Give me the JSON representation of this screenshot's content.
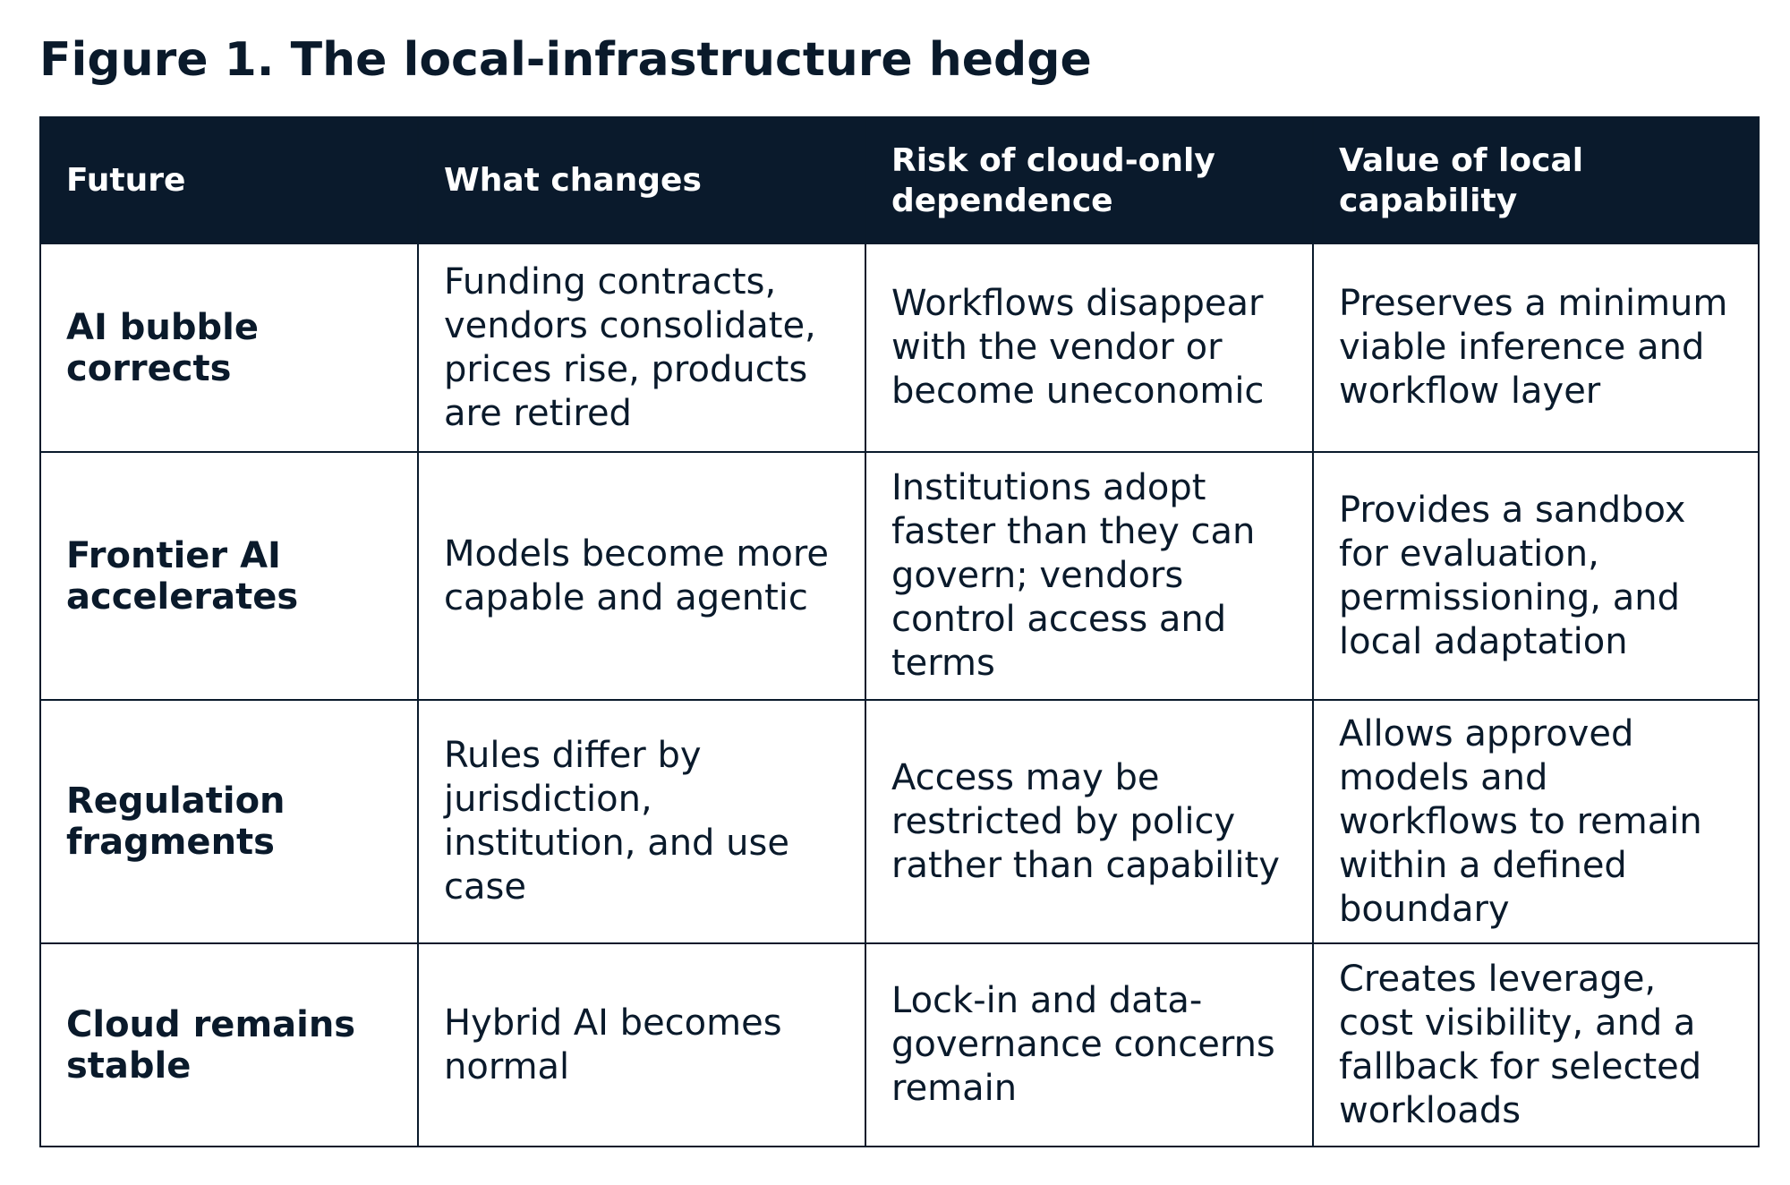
{
  "title": "Figure 1. The local-infrastructure hedge",
  "table": {
    "headers": [
      "Future",
      "What changes",
      "Risk of cloud-only dependence",
      "Value of local capability"
    ],
    "rows": [
      {
        "future": "AI bubble corrects",
        "what_changes": "Funding contracts, vendors consolidate, prices rise, products are retired",
        "risk": "Workflows disappear with the vendor or become uneconomic",
        "value": "Preserves a minimum viable inference and workflow layer"
      },
      {
        "future": "Frontier AI accelerates",
        "what_changes": "Models become more capable and agentic",
        "risk": "Institutions adopt faster than they can govern; vendors control access and terms",
        "value": "Provides a sandbox for evaluation, permissioning, and local adaptation"
      },
      {
        "future": "Regulation fragments",
        "what_changes": "Rules differ by jurisdiction, institution, and use case",
        "risk": "Access may be restricted by policy rather than capability",
        "value": "Allows approved models and workflows to remain within a defined boundary"
      },
      {
        "future": "Cloud remains stable",
        "what_changes": "Hybrid AI becomes normal",
        "risk": "Lock-in and data-governance concerns remain",
        "value": "Creates leverage, cost visibility, and a fallback for selected workloads"
      }
    ]
  },
  "colors": {
    "header_background": "#0a1a2c",
    "header_text": "#ffffff",
    "body_text": "#0a1a2b",
    "border": "#0a1a2b"
  }
}
